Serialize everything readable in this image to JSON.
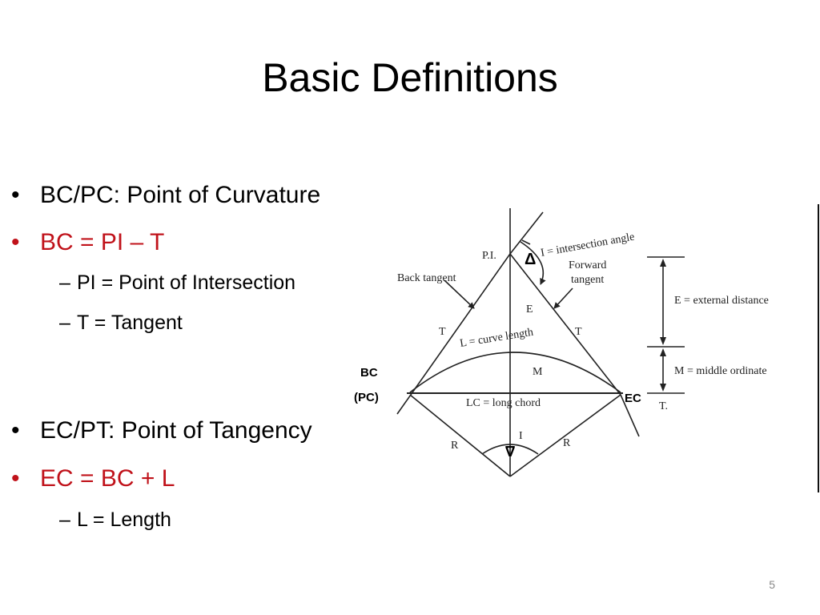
{
  "slide": {
    "title": "Basic Definitions",
    "page_number": "5",
    "accent_color": "#c0121a",
    "bullets": {
      "bc_pc": "BC/PC: Point of Curvature",
      "bc_formula": "BC = PI – T",
      "pi_def": "PI = Point of Intersection",
      "t_def": "T = Tangent",
      "ec_pt": "EC/PT: Point of Tangency",
      "ec_formula": "EC = BC + L",
      "l_def": "L = Length"
    }
  },
  "diagram": {
    "labels": {
      "pi": "P.I.",
      "delta_pi": "Δ",
      "intersection_angle": "I = intersection angle",
      "back_tangent": "Back tangent",
      "forward": "Forward",
      "tangent": "tangent",
      "e": "E",
      "t_left": "T",
      "t_right": "T",
      "curve_length": "L = curve length",
      "m": "M",
      "bc": "BC",
      "pc": "(PC)",
      "ec": "EC",
      "long_chord": "LC = long chord",
      "i": "I",
      "r_left": "R",
      "r_right": "R",
      "delta_center": "Δ",
      "external_distance": "E = external distance",
      "middle_ordinate": "M = middle ordinate",
      "t_dim": "T."
    }
  }
}
